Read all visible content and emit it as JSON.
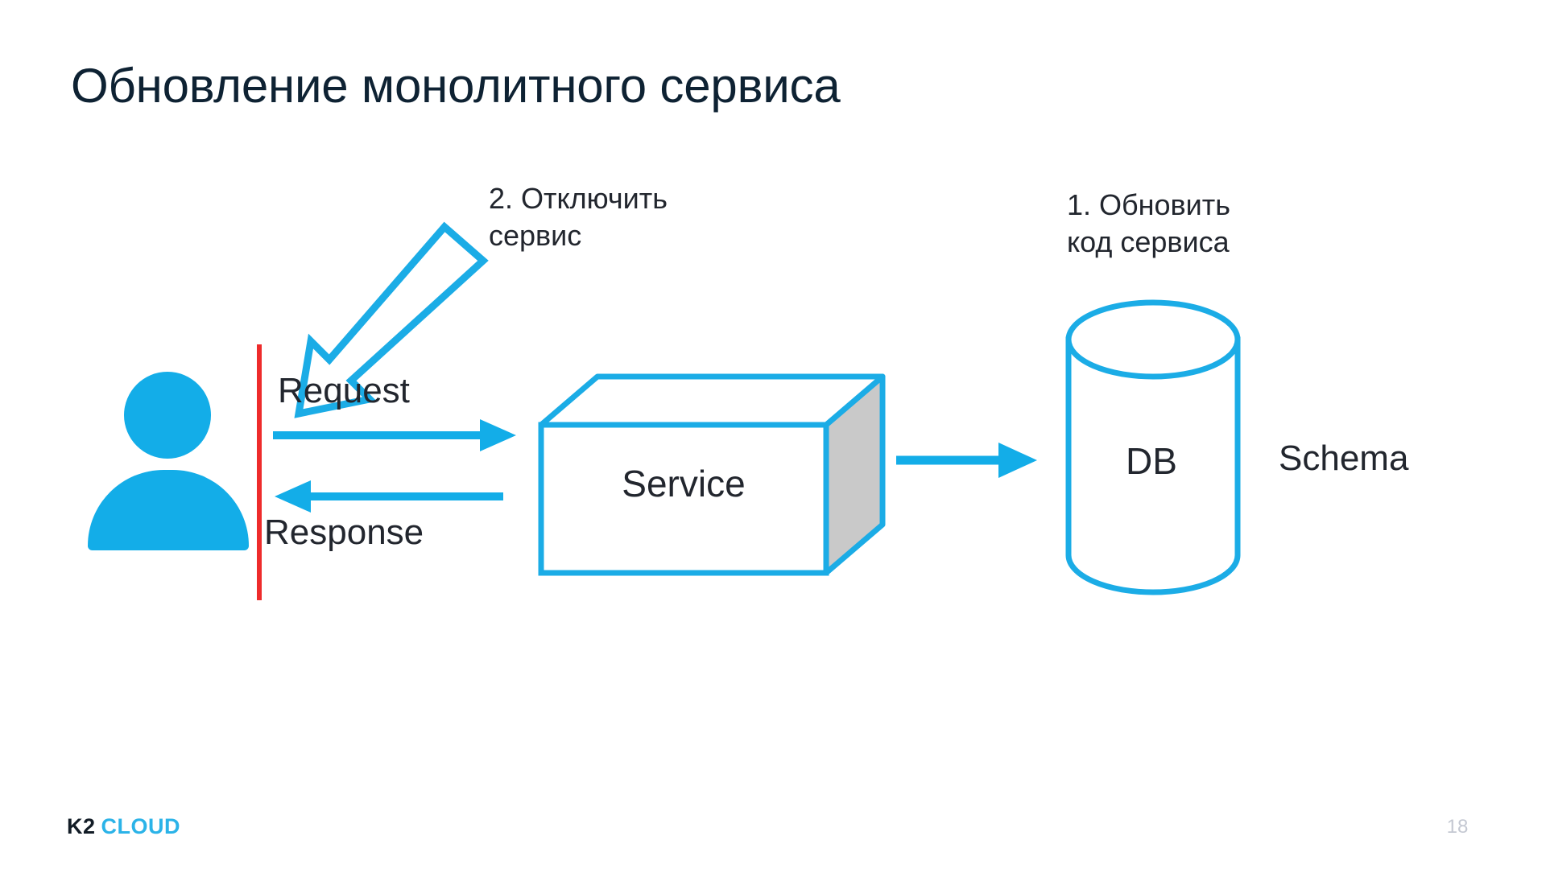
{
  "slide": {
    "title": "Обновление монолитного сервиса",
    "page_number": "18",
    "background_color": "#ffffff",
    "title_color": "#0E2233"
  },
  "logo": {
    "primary": "K2",
    "secondary": "CLOUD",
    "primary_color": "#121C26",
    "secondary_color": "#2BB3E8"
  },
  "palette": {
    "accent_cyan": "#13ADE8",
    "outline_blue": "#1BACE6",
    "boundary_red": "#EE2B2B",
    "cube_side_gray": "#C9C9C9",
    "text_dark": "#22262E",
    "page_number_gray": "#C4C8D2"
  },
  "callouts": [
    {
      "id": "disable-service",
      "text": "2. Отключить сервис",
      "step": "2",
      "lines": [
        "2. Отключить",
        "сервис"
      ]
    },
    {
      "id": "update-code",
      "text": "1. Обновить код сервиса",
      "step": "1",
      "lines": [
        "1. Обновить",
        "код сервиса"
      ]
    }
  ],
  "diagram": {
    "type": "architecture-flow",
    "nodes": [
      {
        "id": "actor",
        "label": "",
        "shape": "person-icon"
      },
      {
        "id": "service",
        "label": "Service",
        "shape": "3d-box"
      },
      {
        "id": "db",
        "label": "DB",
        "shape": "cylinder"
      }
    ],
    "node_labels": {
      "service": "Service",
      "db": "DB"
    },
    "edges": [
      {
        "id": "request",
        "label": "Request",
        "from": "actor",
        "to": "service",
        "direction": "right"
      },
      {
        "id": "response",
        "label": "Response",
        "from": "service",
        "to": "actor",
        "direction": "left"
      },
      {
        "id": "db-link",
        "label": "",
        "from": "service",
        "to": "db",
        "direction": "right"
      }
    ],
    "annotations": {
      "schema": "Schema"
    },
    "boundary": {
      "id": "service-boundary",
      "color": "#EE2B2B",
      "orientation": "vertical"
    },
    "pointer_arrow": {
      "id": "disable-pointer",
      "style": "hollow-outline",
      "direction": "down-left",
      "color": "#1BACE6"
    }
  }
}
